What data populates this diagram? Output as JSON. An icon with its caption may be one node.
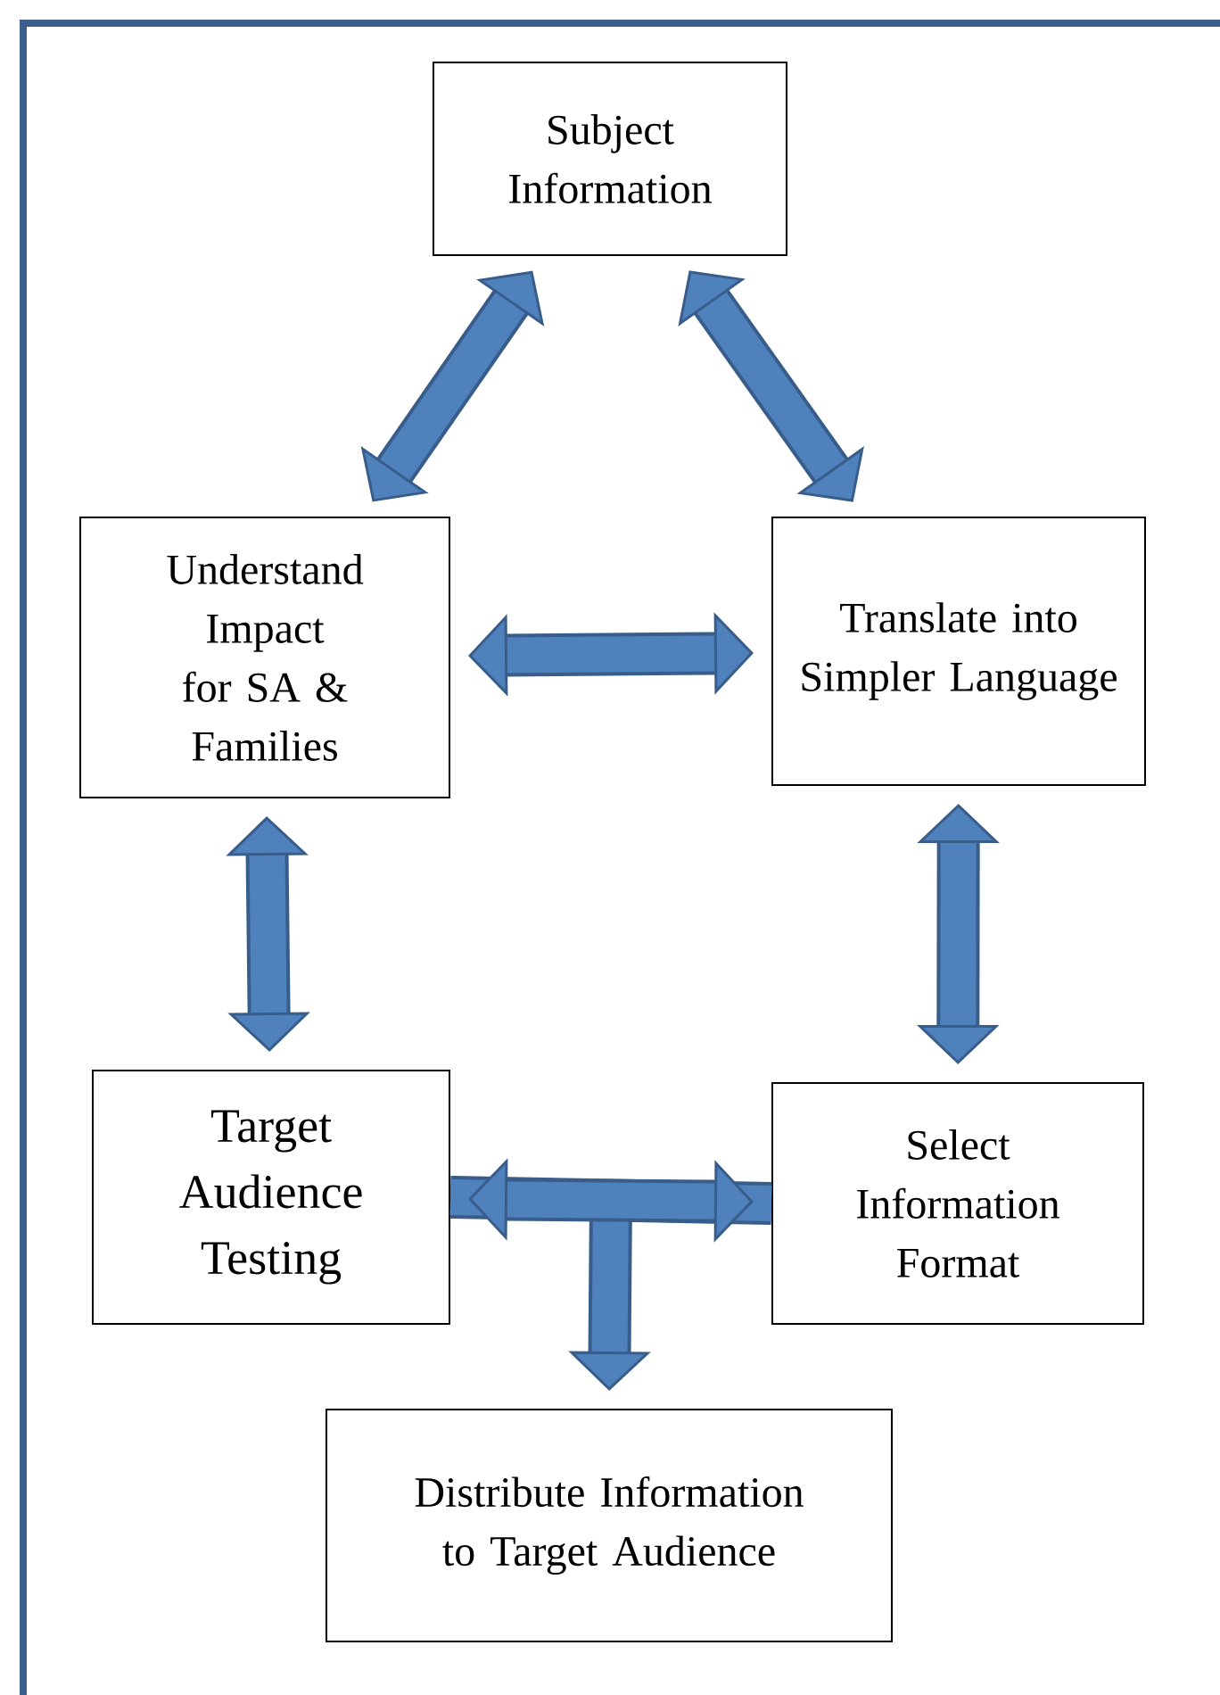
{
  "diagram": {
    "nodes": [
      {
        "text": [
          "Subject Information"
        ]
      },
      {
        "text": [
          "Understand Impact for SA & Families"
        ]
      },
      {
        "text": [
          "Translate into Simpler Language"
        ]
      },
      {
        "text": [
          "Target Audience Testing"
        ]
      },
      {
        "text": [
          "Select Information Format"
        ]
      },
      {
        "text": [
          "Distribute Information to Target Audience"
        ]
      }
    ],
    "edges": [
      {
        "from": 0,
        "to": 1,
        "arrow": "both"
      },
      {
        "from": 0,
        "to": 2,
        "arrow": "both"
      },
      {
        "from": 1,
        "to": 2,
        "arrow": "both"
      },
      {
        "from": 1,
        "to": 3,
        "arrow": "both"
      },
      {
        "from": 2,
        "to": 4,
        "arrow": "both"
      },
      {
        "from": 3,
        "to": 4,
        "arrow": "both"
      },
      {
        "from": 3,
        "to": 5,
        "arrow": "to"
      },
      {
        "from": 4,
        "to": 5,
        "arrow": "to"
      }
    ]
  }
}
